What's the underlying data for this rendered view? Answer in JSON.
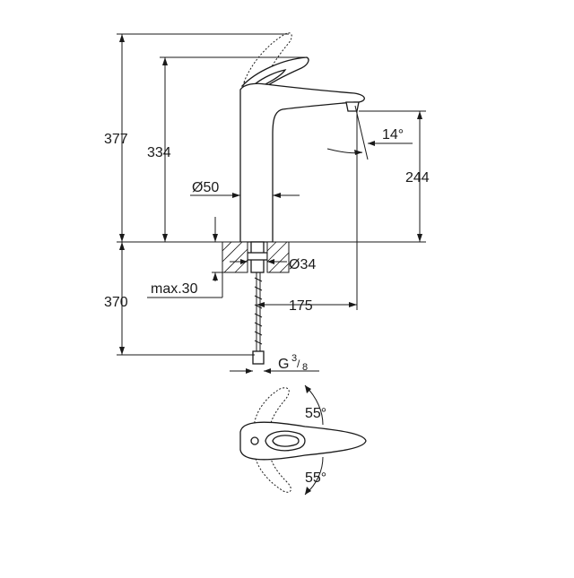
{
  "dimensions": {
    "total_height": "377",
    "spout_height": "334",
    "body_diameter": "Ø50",
    "spout_angle": "14°",
    "outlet_height": "244",
    "hole_diameter": "Ø34",
    "deck_thickness": "max.30",
    "projection": "175",
    "hose_length": "370",
    "connection_thread": "G",
    "thread_num": "3",
    "thread_den": "8",
    "lever_angle_top": "55°",
    "lever_angle_bottom": "55°"
  },
  "colors": {
    "line": "#1a1a1a",
    "background": "#ffffff"
  }
}
